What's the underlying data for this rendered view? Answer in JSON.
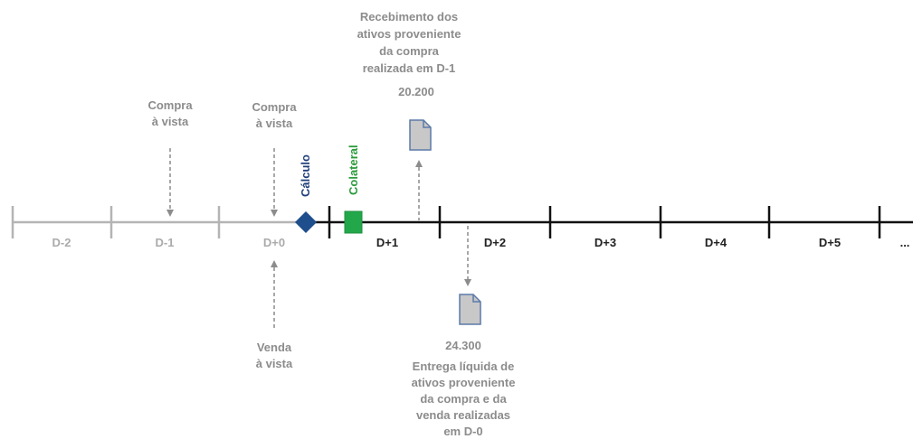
{
  "timeline": {
    "days": [
      {
        "label": "D-2",
        "status": "past"
      },
      {
        "label": "D-1",
        "status": "past"
      },
      {
        "label": "D+0",
        "status": "past"
      },
      {
        "label": "D+1",
        "status": "future"
      },
      {
        "label": "D+2",
        "status": "future"
      },
      {
        "label": "D+3",
        "status": "future"
      },
      {
        "label": "D+4",
        "status": "future"
      },
      {
        "label": "D+5",
        "status": "future"
      },
      {
        "label": "...",
        "status": "future"
      }
    ]
  },
  "events": {
    "compra_d1": [
      "Compra",
      "à vista"
    ],
    "compra_d0": [
      "Compra",
      "à vista"
    ],
    "venda_d0": [
      "Venda",
      "à vista"
    ],
    "calculo": "Cálculo",
    "colateral": "Colateral"
  },
  "recebimento": {
    "lines": [
      "Recebimento dos",
      "ativos proveniente",
      "da compra",
      "realizada em D-1"
    ],
    "amount": "20.200"
  },
  "entrega": {
    "amount": "24.300",
    "lines": [
      "Entrega líquida  de",
      "ativos proveniente",
      "da compra e da",
      "venda  realizadas",
      "em D-0"
    ]
  },
  "colors": {
    "past_line": "#b4b4b4",
    "future_line": "#111111",
    "calculo_marker": "#1f4e8c",
    "colateral_marker": "#22a84a",
    "colateral_text": "#2a9a3a",
    "calculo_text": "#1f3f7a",
    "document_fill": "#c8c8c8",
    "document_stroke": "#5b7aa8"
  }
}
